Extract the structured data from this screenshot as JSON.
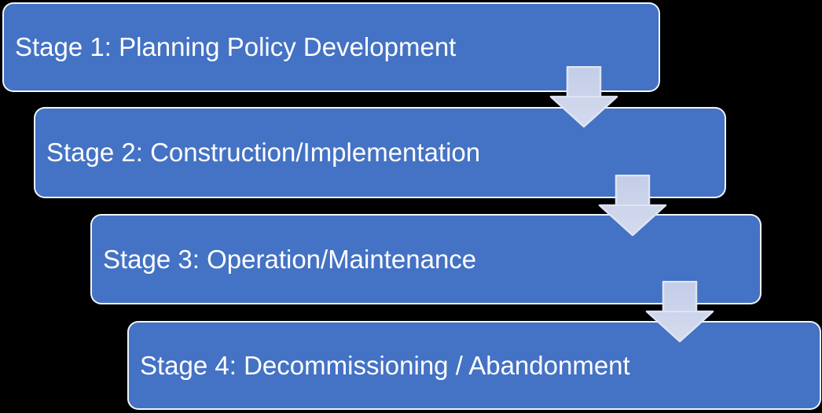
{
  "diagram": {
    "type": "process-flow",
    "stages": [
      {
        "label": "Stage 1: Planning Policy Development"
      },
      {
        "label": "Stage 2: Construction/Implementation"
      },
      {
        "label": "Stage 3: Operation/Maintenance"
      },
      {
        "label": "Stage 4: Decommissioning / Abandonment"
      }
    ],
    "connectors": [
      {
        "icon": "down-arrow-icon"
      },
      {
        "icon": "down-arrow-icon"
      },
      {
        "icon": "down-arrow-icon"
      }
    ],
    "colors": {
      "background": "#000000",
      "box_fill": "#4472C4",
      "box_border": "#FFFFFF",
      "text": "#FFFFFF",
      "arrow_fill_top": "#C3CDE8",
      "arrow_fill_bottom": "#D5DBEE",
      "arrow_border": "#DFE4F3"
    }
  }
}
